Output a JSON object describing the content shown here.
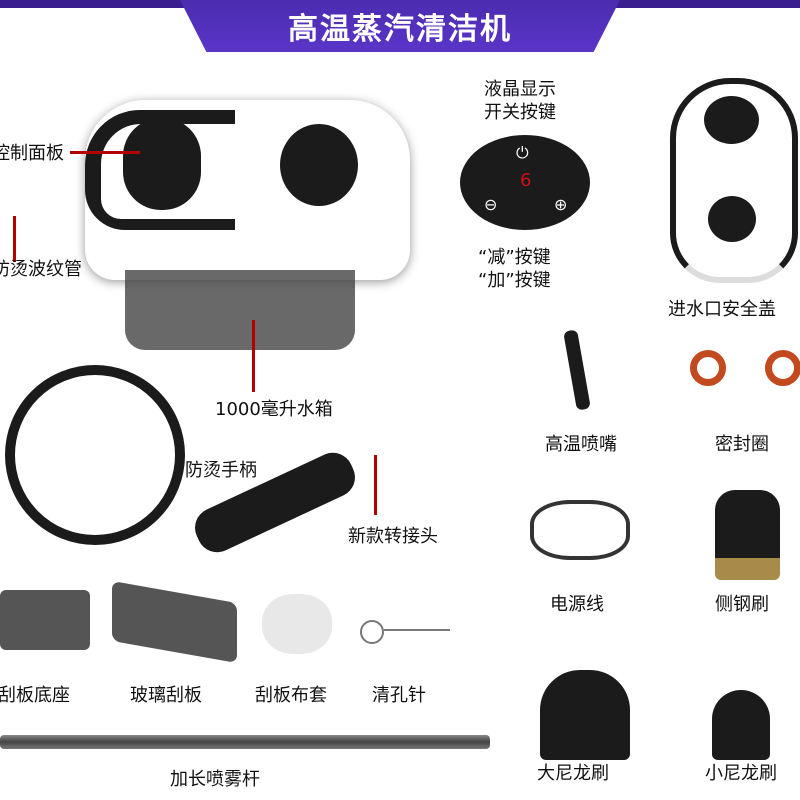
{
  "title": "高温蒸汽清洁机",
  "labels": {
    "control_panel": "控制面板",
    "hose": "防烫波纹管",
    "tank": "1000毫升水箱",
    "lcd_power": "液晶显示\n开关按键",
    "minus_plus": "“减”按键\n“加”按键",
    "inlet_cap": "进水口安全盖",
    "nozzle": "高温喷嘴",
    "seal": "密封圈",
    "handle": "防烫手柄",
    "adapter": "新款转接头",
    "power_cord": "电源线",
    "side_steel_brush": "侧钢刷",
    "scraper_base": "刮板底座",
    "glass_scraper": "玻璃刮板",
    "scraper_cloth": "刮板布套",
    "cleaning_needle": "清孔针",
    "extension_rod": "加长喷雾杆",
    "large_nylon_brush": "大尼龙刷",
    "small_nylon_brush": "小尼龙刷"
  },
  "display_value": "6",
  "colors": {
    "banner": "#4b2cb0",
    "pointer": "#b30000",
    "display": "#d01010"
  }
}
